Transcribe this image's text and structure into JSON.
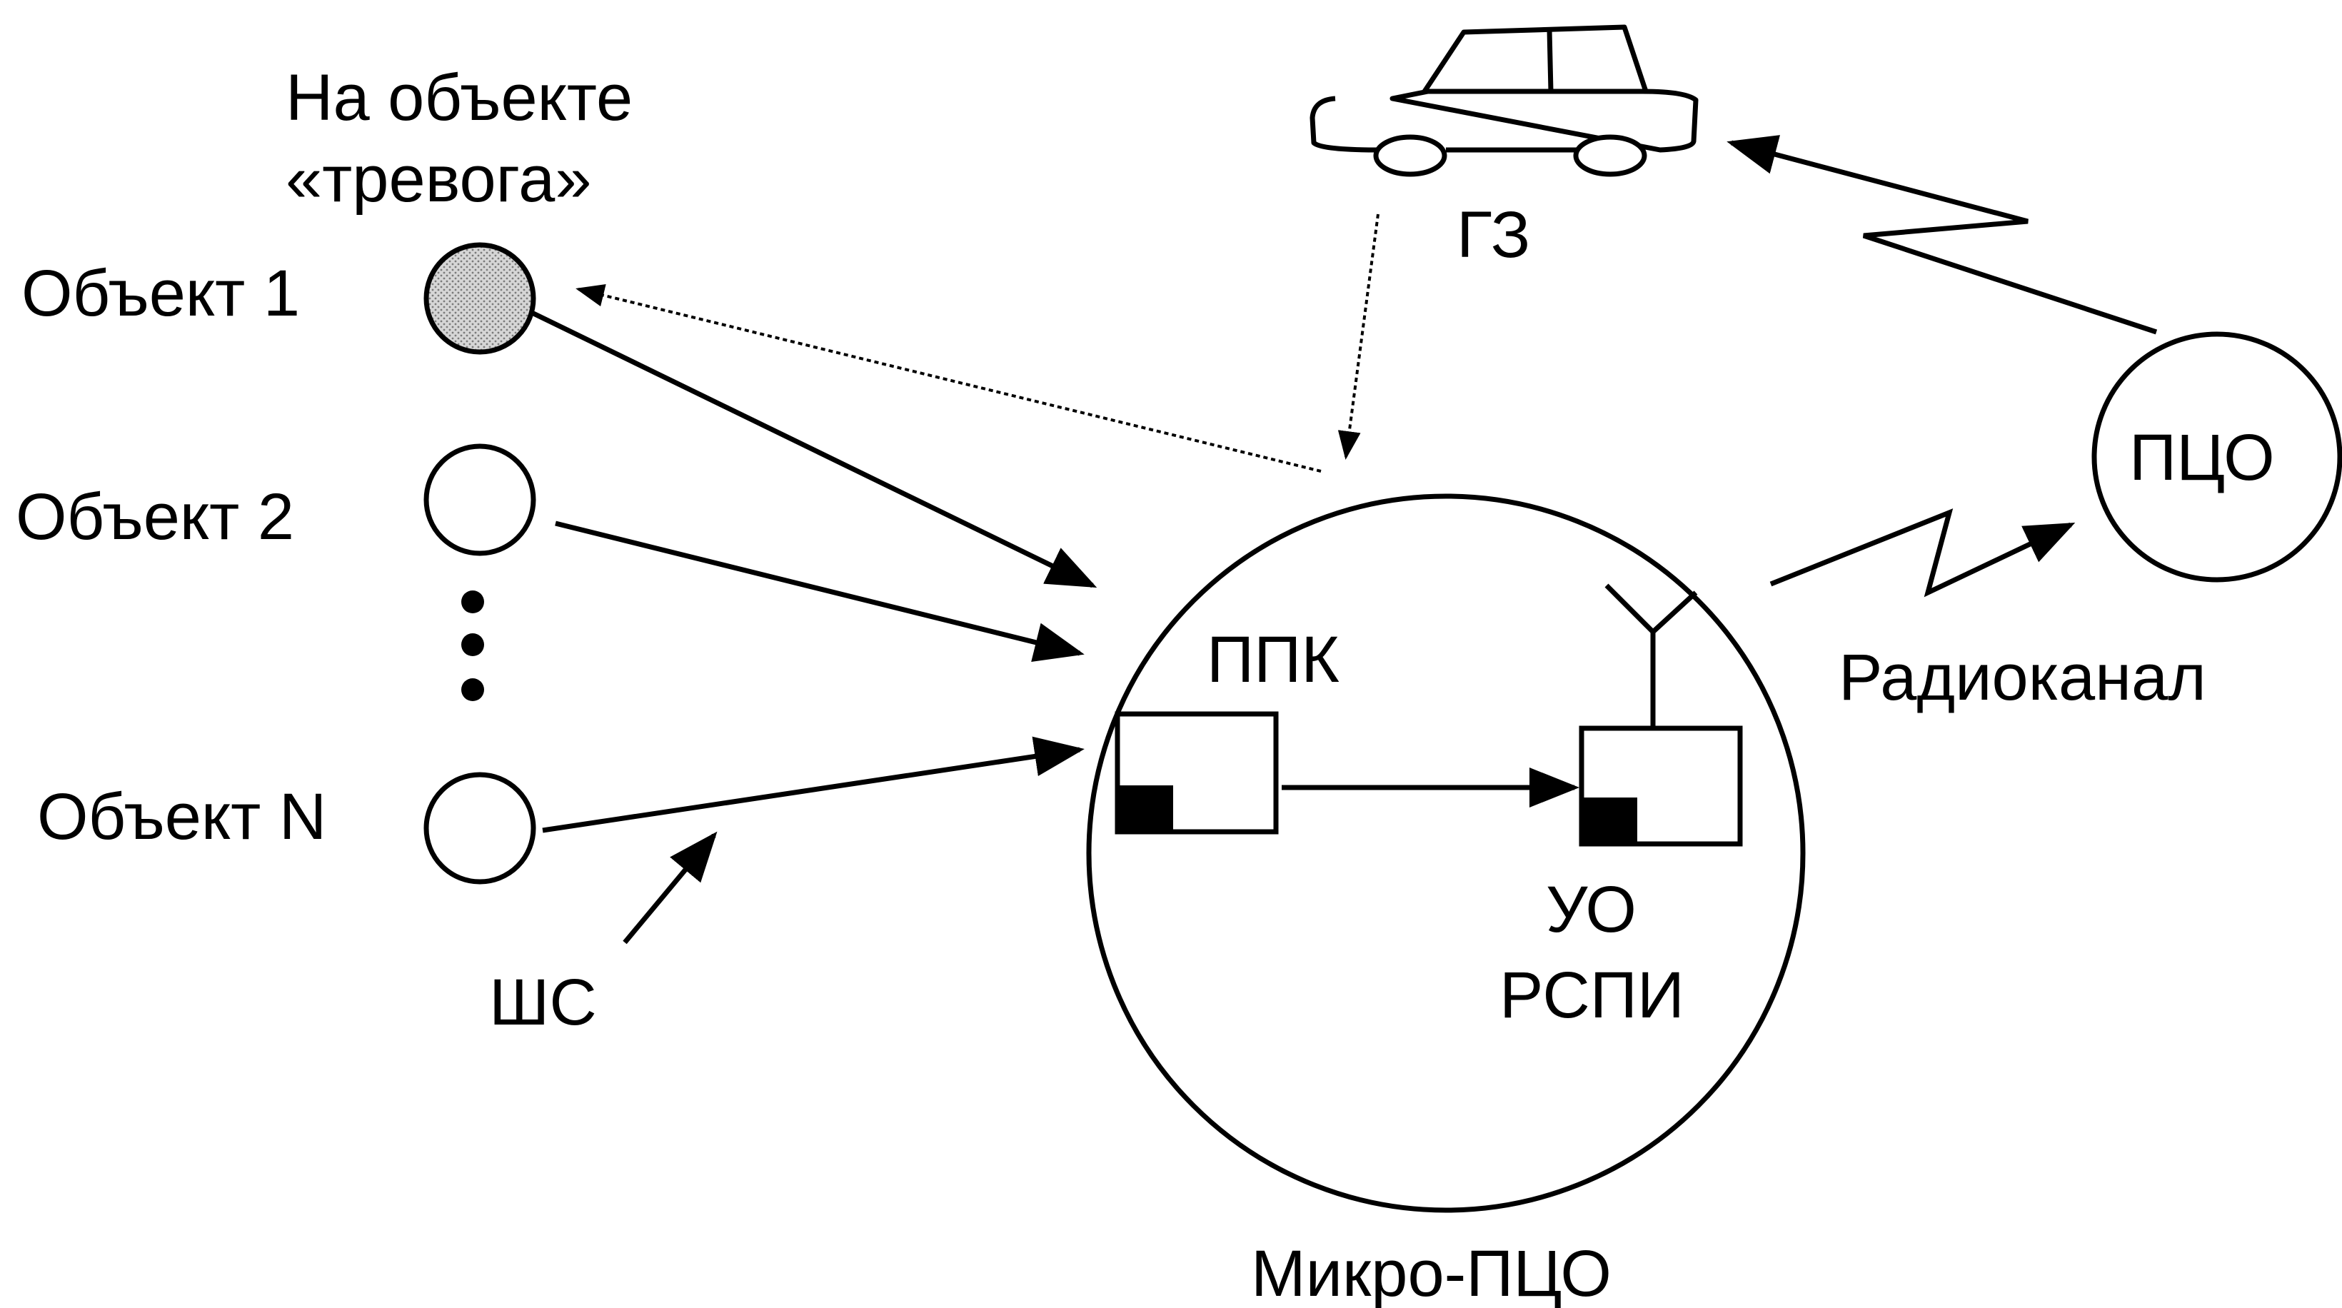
{
  "alarm_note": {
    "line1": "На объекте",
    "line2": "«тревога»"
  },
  "objects": {
    "object1": "Объект 1",
    "object2": "Объект 2",
    "objectN": "Объект N"
  },
  "labels": {
    "gz": "ГЗ",
    "ppk": "ППК",
    "uo": "УО",
    "rspi": "РСПИ",
    "micro_pco": "Микро-ПЦО",
    "pco": "ПЦО",
    "radio_channel": "Радиоканал",
    "shs": "ШС"
  },
  "icons": {
    "car": "car-icon",
    "antenna": "antenna-icon",
    "alarm_object": "alarm-object-icon"
  },
  "colors": {
    "alarm_fill": "#c4c4c4",
    "line": "#000000",
    "background": "#ffffff"
  }
}
